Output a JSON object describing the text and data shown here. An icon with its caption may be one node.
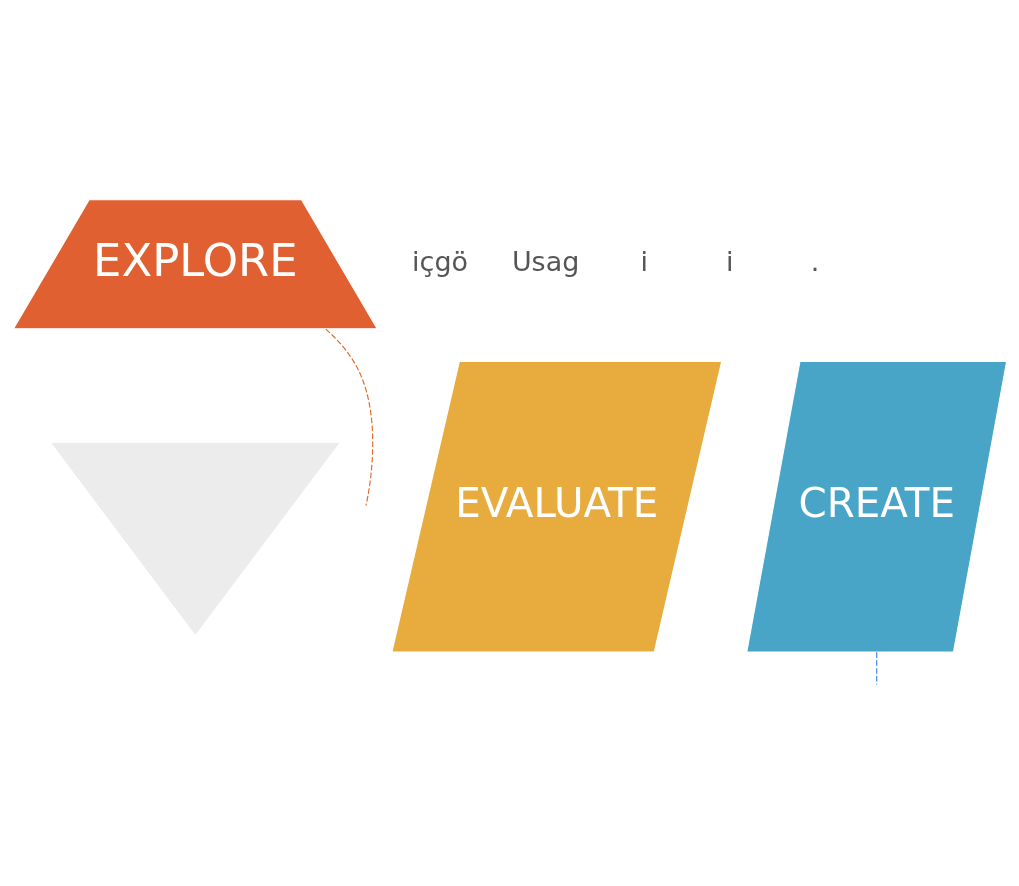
{
  "diagram": {
    "nodes": [
      {
        "text": [
          "EXPLORE"
        ]
      },
      {
        "text": [],
        "shape": "triangle"
      },
      {
        "text": [
          "EVALUATE"
        ]
      },
      {
        "text": [
          "CREATE"
        ]
      }
    ],
    "edges": [
      {
        "from": 0,
        "to": null,
        "arrow": "none",
        "style": "dashed",
        "color": "#e0661f"
      },
      {
        "from": 3,
        "to": null,
        "arrow": "none",
        "style": "dashed",
        "color": "#3b7bf0"
      }
    ],
    "labels": [
      "içgö",
      "Usag",
      "i",
      "i",
      "."
    ]
  }
}
